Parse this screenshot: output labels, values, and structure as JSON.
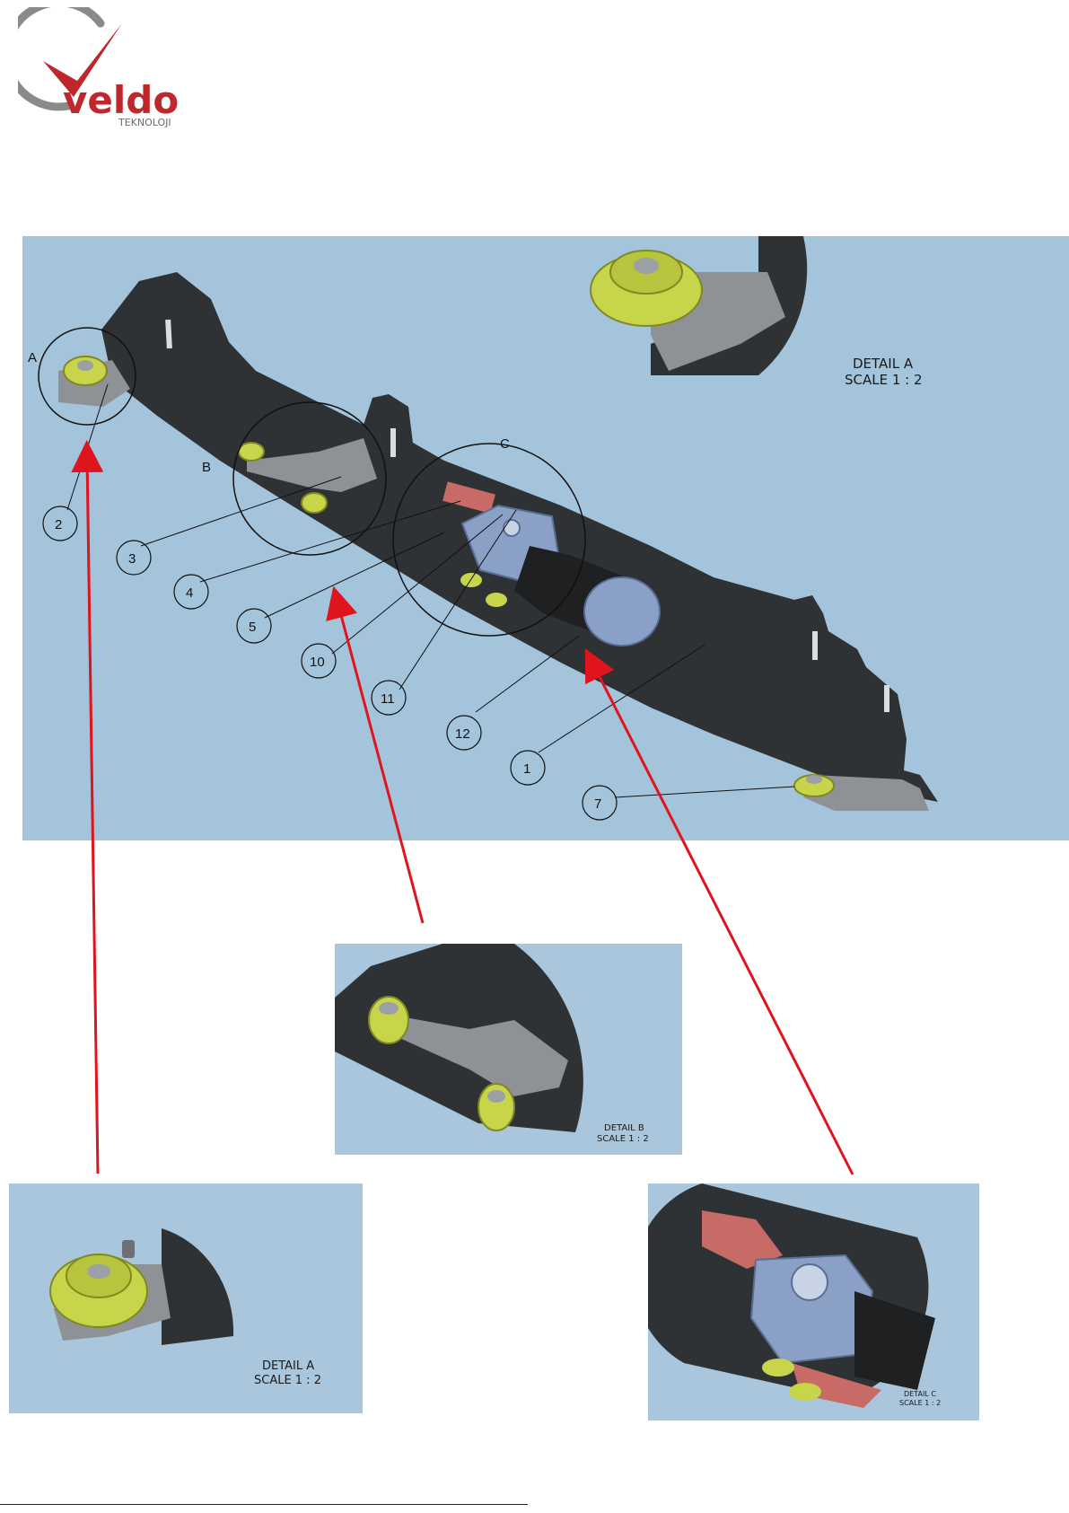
{
  "logo": {
    "brand": "veldo",
    "sub": "TEKNOLOJI",
    "colors": {
      "red": "#c0272d",
      "gray": "#8a8a8a"
    }
  },
  "main_view": {
    "callouts": [
      "2",
      "3",
      "4",
      "5",
      "10",
      "11",
      "12",
      "1",
      "7"
    ],
    "detail_letters": [
      "A",
      "B",
      "C"
    ],
    "inset_caption_line1": "DETAIL A",
    "inset_caption_line2": "SCALE 1 : 2"
  },
  "detail_a": {
    "line1": "DETAIL A",
    "line2": "SCALE 1 : 2"
  },
  "detail_b": {
    "line1": "DETAIL B",
    "line2": "SCALE 1 : 2"
  },
  "detail_c": {
    "line1": "DETAIL C",
    "line2": "SCALE 1 : 2"
  },
  "colors": {
    "background": "#a4c4dc",
    "plate": "#2f3235",
    "pulley": "#c8d44a",
    "bracket": "#8e9296",
    "gearbox": "#8aa0c6",
    "motor": "#1e2022",
    "arrow": "#e0141c",
    "label_plate": "#c86a66"
  }
}
